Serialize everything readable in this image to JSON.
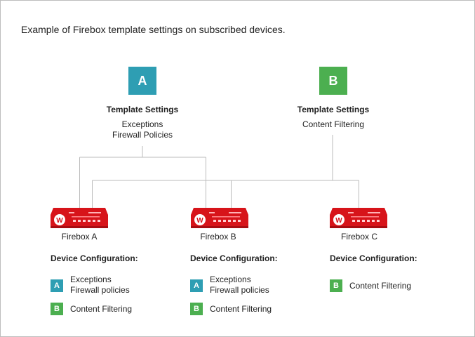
{
  "caption": "Example of Firebox template settings on subscribed devices.",
  "colors": {
    "a": "#2e9eb3",
    "b": "#4caf50",
    "device": "#d7141a",
    "line": "#bbbbbb"
  },
  "templates": [
    {
      "badge": "A",
      "title": "Template Settings",
      "items": [
        "Exceptions",
        "Firewall Policies"
      ]
    },
    {
      "badge": "B",
      "title": "Template Settings",
      "items": [
        "Content Filtering"
      ]
    }
  ],
  "devices": [
    {
      "name": "Firebox A",
      "config_label": "Device Configuration:",
      "configs": [
        {
          "badge": "A",
          "lines": [
            "Exceptions",
            "Firewall policies"
          ]
        },
        {
          "badge": "B",
          "lines": [
            "Content Filtering"
          ]
        }
      ]
    },
    {
      "name": "Firebox B",
      "config_label": "Device Configuration:",
      "configs": [
        {
          "badge": "A",
          "lines": [
            "Exceptions",
            "Firewall policies"
          ]
        },
        {
          "badge": "B",
          "lines": [
            "Content Filtering"
          ]
        }
      ]
    },
    {
      "name": "Firebox C",
      "config_label": "Device Configuration:",
      "configs": [
        {
          "badge": "B",
          "lines": [
            "Content Filtering"
          ]
        }
      ]
    }
  ]
}
